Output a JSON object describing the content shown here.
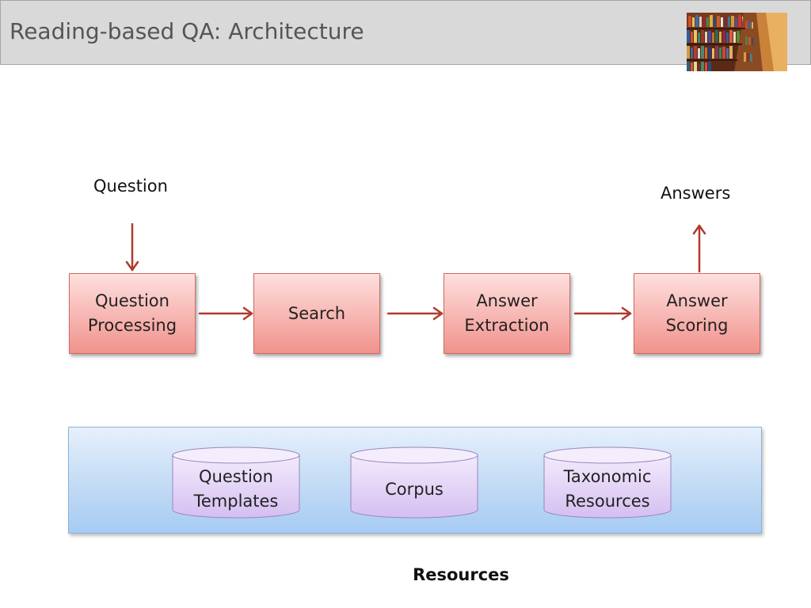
{
  "slide": {
    "title": "Reading-based QA: Architecture"
  },
  "diagram": {
    "input_label": "Question",
    "output_label": "Answers",
    "pipeline": [
      {
        "label": "Question\nProcessing"
      },
      {
        "label": "Search"
      },
      {
        "label": "Answer\nExtraction"
      },
      {
        "label": "Answer\nScoring"
      }
    ],
    "resources": {
      "items": [
        {
          "label": "Question\nTemplates"
        },
        {
          "label": "Corpus"
        },
        {
          "label": "Taxonomic\nResources"
        }
      ],
      "caption": "Resources"
    },
    "colors": {
      "process_box": "#f7b5b1",
      "arrow": "#b03a2e",
      "resource_panel": "#c2dbf5",
      "resource_cylinder": "#e3d4f6"
    }
  }
}
